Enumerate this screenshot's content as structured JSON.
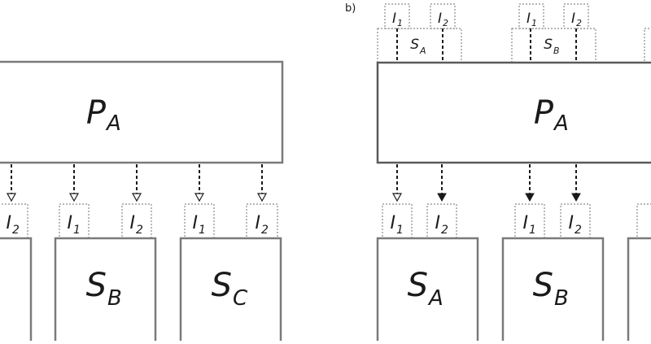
{
  "panel_b_label": "b)",
  "left": {
    "process": {
      "main": "P",
      "sub": "A"
    },
    "top_interfaces": [],
    "bottom_interfaces": [
      {
        "main": "I",
        "sub": "2"
      },
      {
        "main": "I",
        "sub": "1"
      },
      {
        "main": "I",
        "sub": "2"
      },
      {
        "main": "I",
        "sub": "1"
      },
      {
        "main": "I",
        "sub": "2"
      }
    ],
    "services": [
      {
        "main": "S",
        "sub": "B"
      },
      {
        "main": "S",
        "sub": "C"
      }
    ]
  },
  "right": {
    "process": {
      "main": "P",
      "sub": "A"
    },
    "top_blocks": [
      {
        "label": {
          "main": "S",
          "sub": "A"
        },
        "interfaces": [
          {
            "main": "I",
            "sub": "1"
          },
          {
            "main": "I",
            "sub": "2"
          }
        ]
      },
      {
        "label": {
          "main": "S",
          "sub": "B"
        },
        "interfaces": [
          {
            "main": "I",
            "sub": "1"
          },
          {
            "main": "I",
            "sub": "2"
          }
        ]
      }
    ],
    "bottom_interfaces": [
      {
        "main": "I",
        "sub": "1"
      },
      {
        "main": "I",
        "sub": "2"
      },
      {
        "main": "I",
        "sub": "1"
      },
      {
        "main": "I",
        "sub": "2"
      }
    ],
    "services": [
      {
        "main": "S",
        "sub": "A"
      },
      {
        "main": "S",
        "sub": "B"
      }
    ]
  },
  "colors": {
    "box_stroke": "#7a7a7a",
    "dotted_stroke": "#8a8a8a",
    "text": "#1a1a1a"
  }
}
